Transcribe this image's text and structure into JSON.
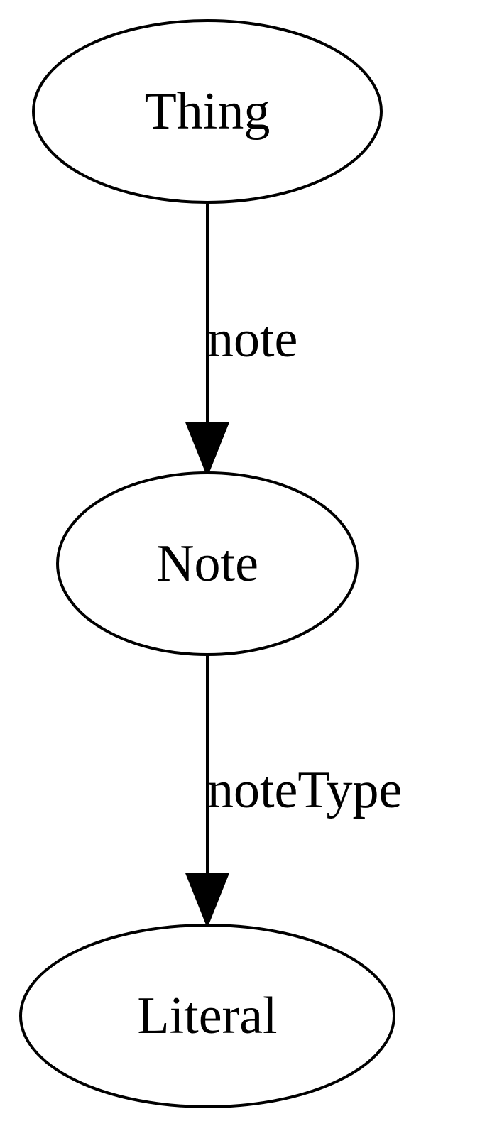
{
  "diagram": {
    "nodes": [
      {
        "id": "thing",
        "label": "Thing"
      },
      {
        "id": "note",
        "label": "Note"
      },
      {
        "id": "literal",
        "label": "Literal"
      }
    ],
    "edges": [
      {
        "from": "thing",
        "to": "note",
        "label": "note"
      },
      {
        "from": "note",
        "to": "literal",
        "label": "noteType"
      }
    ]
  }
}
